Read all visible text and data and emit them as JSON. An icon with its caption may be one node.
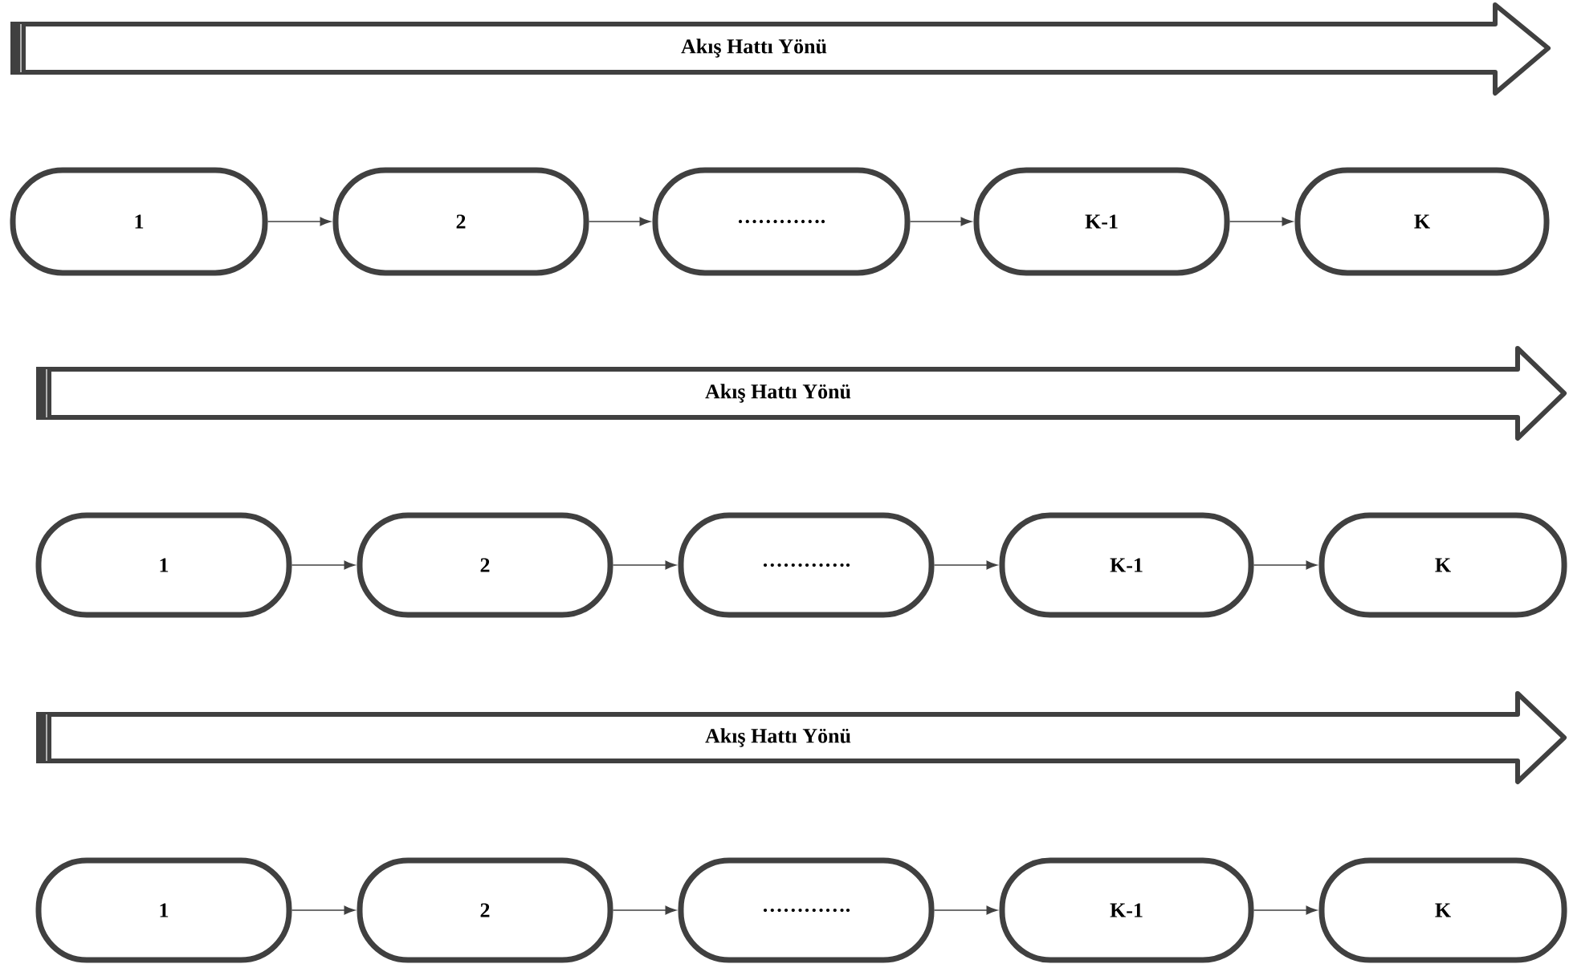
{
  "diagram": {
    "nodes": [
      {
        "text": [
          "Akış Hattı Yönü"
        ]
      },
      {
        "text": [
          "1"
        ]
      },
      {
        "text": [
          "2"
        ]
      },
      {
        "text": [
          "…………."
        ]
      },
      {
        "text": [
          "K-1"
        ]
      },
      {
        "text": [
          "K"
        ]
      },
      {
        "text": [
          "Akış Hattı Yönü"
        ]
      },
      {
        "text": [
          "1"
        ]
      },
      {
        "text": [
          "2"
        ]
      },
      {
        "text": [
          "…………."
        ]
      },
      {
        "text": [
          "K-1"
        ]
      },
      {
        "text": [
          "K"
        ]
      },
      {
        "text": [
          "Akış Hattı Yönü"
        ]
      },
      {
        "text": [
          "1"
        ]
      },
      {
        "text": [
          "2"
        ]
      },
      {
        "text": [
          "…………."
        ]
      },
      {
        "text": [
          "K-1"
        ]
      },
      {
        "text": [
          "K"
        ]
      }
    ],
    "edges": [
      {
        "from": 1,
        "to": 2,
        "arrow": "to"
      },
      {
        "from": 2,
        "to": 3,
        "arrow": "to"
      },
      {
        "from": 3,
        "to": 4,
        "arrow": "to"
      },
      {
        "from": 4,
        "to": 5,
        "arrow": "to"
      },
      {
        "from": 7,
        "to": 8,
        "arrow": "to"
      },
      {
        "from": 8,
        "to": 9,
        "arrow": "to"
      },
      {
        "from": 9,
        "to": 10,
        "arrow": "to"
      },
      {
        "from": 10,
        "to": 11,
        "arrow": "to"
      },
      {
        "from": 13,
        "to": 14,
        "arrow": "to"
      },
      {
        "from": 14,
        "to": 15,
        "arrow": "to"
      },
      {
        "from": 15,
        "to": 16,
        "arrow": "to"
      },
      {
        "from": 16,
        "to": 17,
        "arrow": "to"
      }
    ]
  }
}
